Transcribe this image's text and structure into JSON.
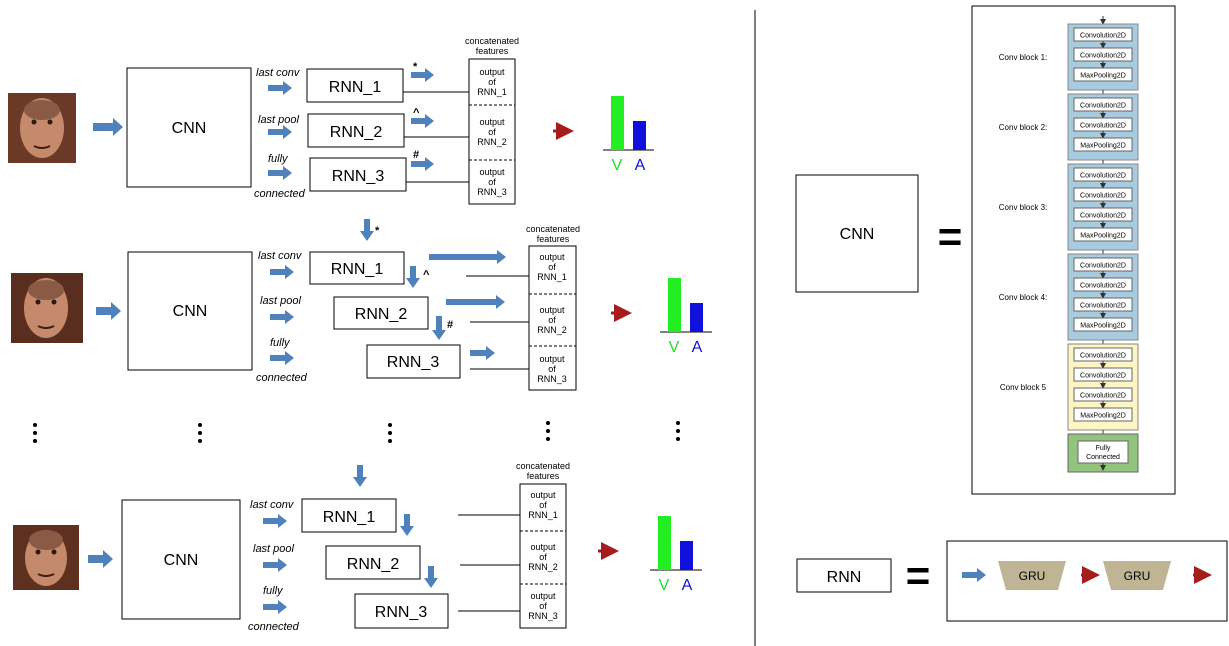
{
  "left_panel": {
    "rows": [
      {
        "cnn_label": "CNN",
        "input_labels": [
          "last conv",
          "last pool",
          "fully",
          "connected"
        ],
        "rnn_labels": [
          "RNN_1",
          "RNN_2",
          "RNN_3"
        ],
        "markers": [
          "*",
          "^",
          "#"
        ],
        "feature_title_line1": "concatenated",
        "feature_title_line2": "features",
        "feature_cells": [
          [
            "output",
            "of",
            "RNN_1"
          ],
          [
            "output",
            "of",
            "RNN_2"
          ],
          [
            "output",
            "of",
            "RNN_3"
          ]
        ],
        "outputs": {
          "v_label": "V",
          "a_label": "A",
          "v_value": 0.85,
          "a_value": 0.45
        }
      },
      {
        "cnn_label": "CNN",
        "input_labels": [
          "last conv",
          "last pool",
          "fully",
          "connected"
        ],
        "rnn_labels": [
          "RNN_1",
          "RNN_2",
          "RNN_3"
        ],
        "markers": [
          "*",
          "^",
          "#"
        ],
        "feature_title_line1": "concatenated",
        "feature_title_line2": "features",
        "feature_cells": [
          [
            "output",
            "of",
            "RNN_1"
          ],
          [
            "output",
            "of",
            "RNN_2"
          ],
          [
            "output",
            "of",
            "RNN_3"
          ]
        ],
        "outputs": {
          "v_label": "V",
          "a_label": "A",
          "v_value": 0.85,
          "a_value": 0.45
        }
      },
      {
        "cnn_label": "CNN",
        "input_labels": [
          "last conv",
          "last pool",
          "fully",
          "connected"
        ],
        "rnn_labels": [
          "RNN_1",
          "RNN_2",
          "RNN_3"
        ],
        "markers": [],
        "feature_title_line1": "concatenated",
        "feature_title_line2": "features",
        "feature_cells": [
          [
            "output",
            "of",
            "RNN_1"
          ],
          [
            "output",
            "of",
            "RNN_2"
          ],
          [
            "output",
            "of",
            "RNN_3"
          ]
        ],
        "outputs": {
          "v_label": "V",
          "a_label": "A",
          "v_value": 0.85,
          "a_value": 0.45
        }
      }
    ]
  },
  "cnn_definition": {
    "label": "CNN",
    "equals": "=",
    "blocks": [
      {
        "name": "Conv block 1:",
        "layers": [
          "Convolution2D",
          "Convolution2D",
          "MaxPooling2D"
        ],
        "color": "#a9cbe0"
      },
      {
        "name": "Conv block 2:",
        "layers": [
          "Convolution2D",
          "Convolution2D",
          "MaxPooling2D"
        ],
        "color": "#a9cbe0"
      },
      {
        "name": "Conv block 3:",
        "layers": [
          "Convolution2D",
          "Convolution2D",
          "Convolution2D",
          "MaxPooling2D"
        ],
        "color": "#a9cbe0"
      },
      {
        "name": "Conv block 4:",
        "layers": [
          "Convolution2D",
          "Convolution2D",
          "Convolution2D",
          "MaxPooling2D"
        ],
        "color": "#a9cbe0"
      },
      {
        "name": "Conv block 5",
        "layers": [
          "Convolution2D",
          "Convolution2D",
          "Convolution2D",
          "MaxPooling2D"
        ],
        "color": "#fdf5c4"
      }
    ],
    "fc_block": {
      "line1": "Fully",
      "line2": "Connected",
      "color": "#93c47d"
    }
  },
  "rnn_definition": {
    "label": "RNN",
    "equals": "=",
    "units": [
      "GRU",
      "GRU"
    ],
    "gru_color": "#bfb595"
  },
  "colors": {
    "arrow_blue": "#4f81bd",
    "arrow_red": "#a61c1c",
    "bar_v": "#22ee22",
    "bar_a": "#1010dd"
  }
}
